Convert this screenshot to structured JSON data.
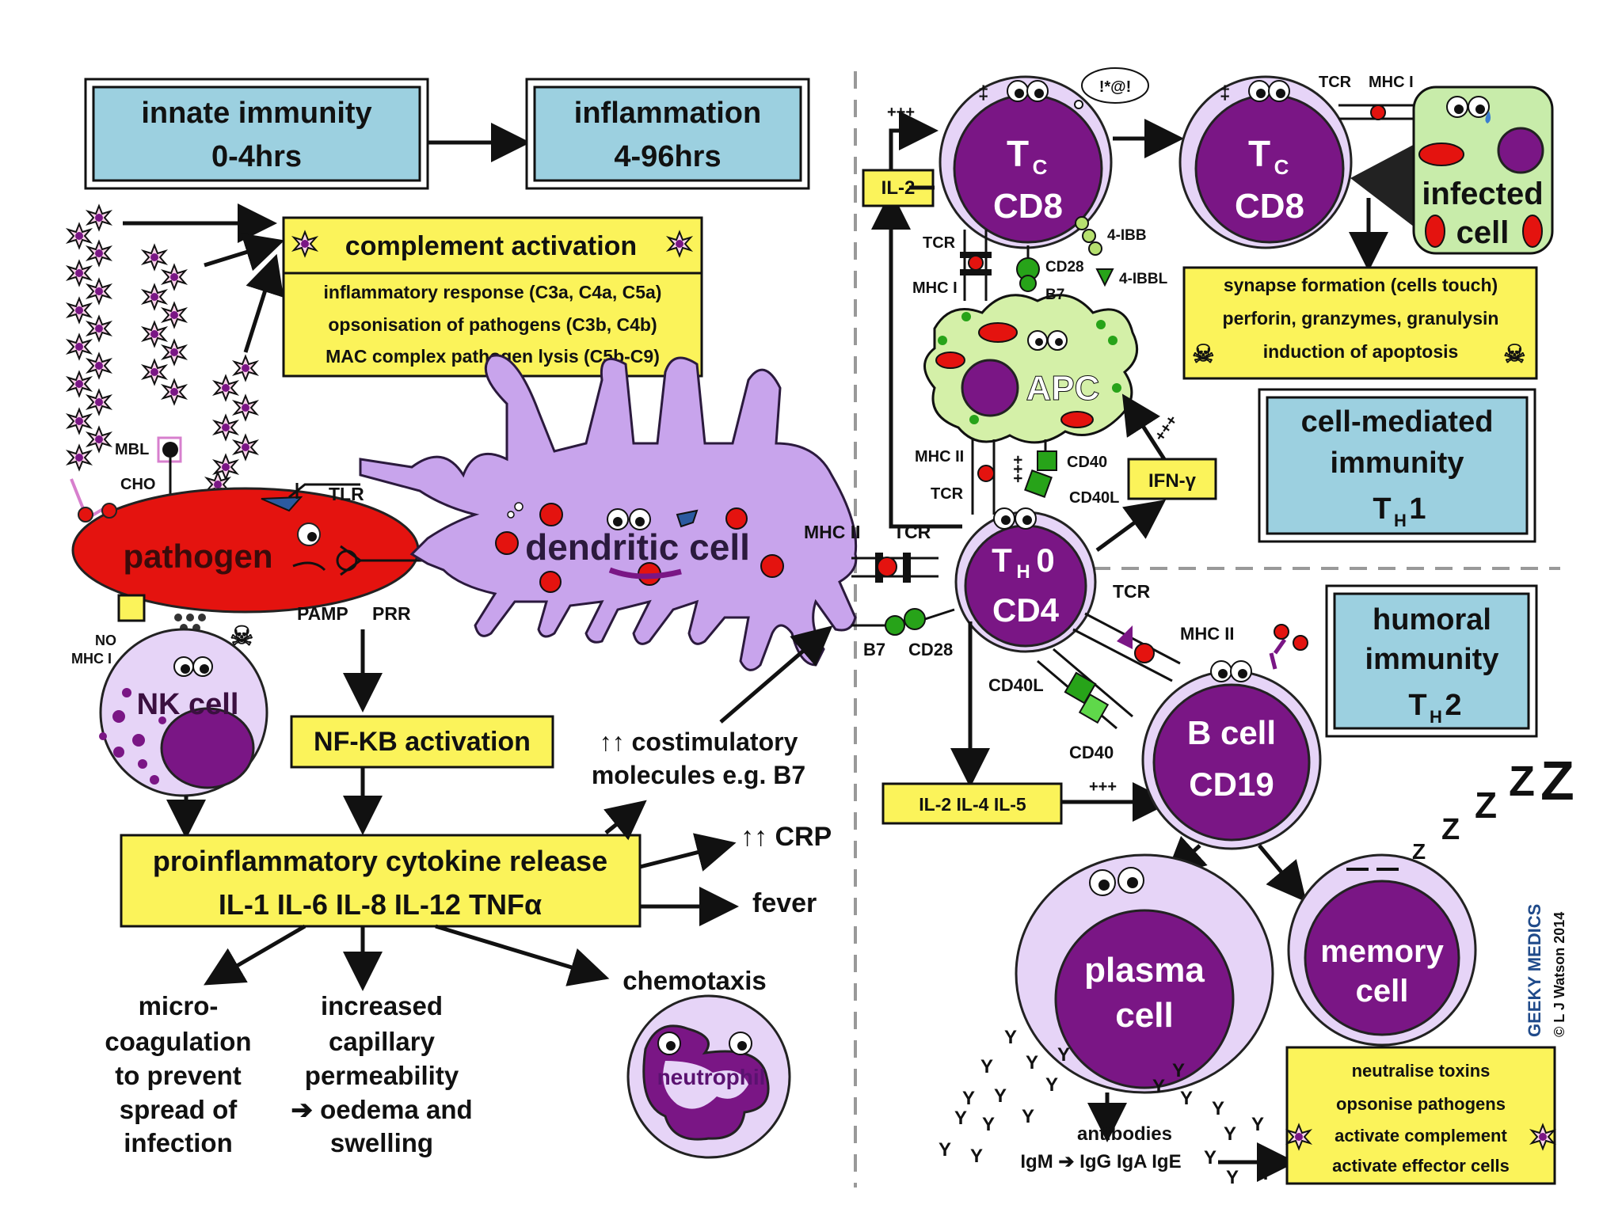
{
  "colors": {
    "blue_box": "#9cd0e0",
    "yellow_box": "#fbf35a",
    "cell_light": "#e6d4f7",
    "nucleus": "#7a1685",
    "pathogen": "#e4130f",
    "green": "#27a319",
    "apc": "#d4f0a8"
  },
  "header": {
    "innate_line1": "innate immunity",
    "innate_line2": "0-4hrs",
    "inflam_line1": "inflammation",
    "inflam_line2": "4-96hrs"
  },
  "complement": {
    "title": "complement activation",
    "items": [
      "inflammatory response (C3a, C4a, C5a)",
      "opsonisation of pathogens (C3b, C4b)",
      "MAC complex pathogen lysis (C5b-C9)"
    ]
  },
  "labels": {
    "mbl": "MBL",
    "cho": "CHO",
    "tlr": "TLR",
    "pamp": "PAMP",
    "prr": "PRR",
    "no": "NO",
    "mhc1": "MHC I",
    "mhc2": "MHC II",
    "tcr": "TCR",
    "b7": "B7",
    "cd28": "CD28",
    "cd40": "CD40",
    "cd40l": "CD40L",
    "ibb": "4-IBB",
    "ibbl": "4-IBBL",
    "plus": "+++",
    "speech": "!*@!"
  },
  "cells": {
    "pathogen": "pathogen",
    "dendritic": "dendritic cell",
    "nk": "NK cell",
    "tc": "T",
    "tc_sub": "C",
    "cd8": "CD8",
    "apc": "APC",
    "th": "T",
    "th_sub": "H",
    "th_zero": "0",
    "cd4": "CD4",
    "infected1": "infected",
    "infected2": "cell",
    "bcell1": "B cell",
    "bcell2": "CD19",
    "plasma1": "plasma",
    "plasma2": "cell",
    "memory1": "memory",
    "memory2": "cell",
    "neutrophil": "neutrophil"
  },
  "cytokines": {
    "il2": "IL-2",
    "ifn": "IFN-γ",
    "il_group": "IL-2  IL-4  IL-5"
  },
  "nfkb": "NF-KB activation",
  "costim": {
    "line1": "↑↑ costimulatory",
    "line2": "molecules e.g. B7"
  },
  "proinflam": {
    "line1": "proinflammatory cytokine release",
    "line2": "IL-1  IL-6  IL-8  IL-12  TNFα"
  },
  "effects": {
    "crp": "↑↑ CRP",
    "fever": "fever",
    "chemotaxis": "chemotaxis",
    "micro": [
      "micro-",
      "coagulation",
      "to prevent",
      "spread of",
      "infection"
    ],
    "perm": [
      "increased",
      "capillary",
      "permeability",
      "➔ oedema and",
      "swelling"
    ]
  },
  "cytotoxic": {
    "items": [
      "synapse formation (cells touch)",
      "perforin, granzymes, granulysin",
      "induction of apoptosis"
    ]
  },
  "cell_mediated": {
    "line1": "cell-mediated",
    "line2": "immunity",
    "line3": "T",
    "line3_sub": "H",
    "line3_end": "1"
  },
  "humoral": {
    "line1": "humoral",
    "line2": "immunity",
    "line3": "T",
    "line3_sub": "H",
    "line3_end": "2"
  },
  "sleep": {
    "z": "Z"
  },
  "antibodies": {
    "line1": "antibodies",
    "line2": "IgM ➔ IgG  IgA  IgE"
  },
  "antibody_functions": [
    "neutralise toxins",
    "opsonise pathogens",
    "activate complement",
    "activate effector cells"
  ],
  "credit": {
    "brand": "GEEKY MEDICS",
    "copyright": "© L J Watson 2014"
  }
}
